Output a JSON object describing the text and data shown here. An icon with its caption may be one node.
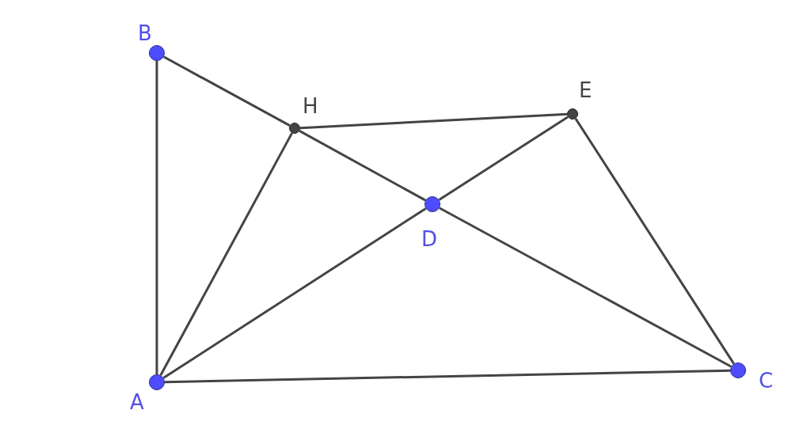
{
  "diagram": {
    "nodes": [
      {
        "text": [
          "B"
        ]
      },
      {
        "text": [
          "H"
        ]
      },
      {
        "text": [
          "E"
        ]
      },
      {
        "text": [
          "D"
        ]
      },
      {
        "text": [
          "A"
        ]
      },
      {
        "text": [
          "C"
        ]
      }
    ],
    "edges": [
      {
        "from": 0,
        "to": 4,
        "arrow": "none"
      },
      {
        "from": 0,
        "to": 1,
        "arrow": "none"
      },
      {
        "from": 1,
        "to": 3,
        "arrow": "none"
      },
      {
        "from": 3,
        "to": 5,
        "arrow": "none"
      },
      {
        "from": 1,
        "to": 2,
        "arrow": "none"
      },
      {
        "from": 4,
        "to": 1,
        "arrow": "none"
      },
      {
        "from": 4,
        "to": 3,
        "arrow": "none"
      },
      {
        "from": 3,
        "to": 2,
        "arrow": "none"
      },
      {
        "from": 2,
        "to": 5,
        "arrow": "none"
      },
      {
        "from": 4,
        "to": 5,
        "arrow": "none"
      }
    ]
  }
}
